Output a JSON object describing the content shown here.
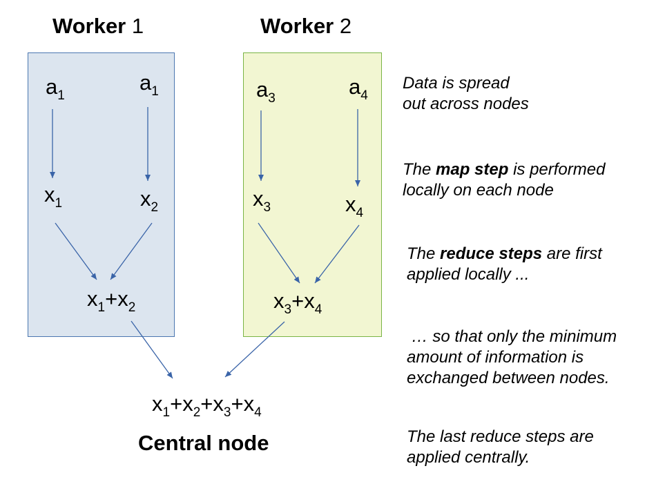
{
  "workers": [
    {
      "title_bold": "Worker",
      "title_num": "1"
    },
    {
      "title_bold": "Worker",
      "title_num": "2"
    }
  ],
  "inputs": [
    {
      "base": "a",
      "sub": "1"
    },
    {
      "base": "a",
      "sub": "1"
    },
    {
      "base": "a",
      "sub": "3"
    },
    {
      "base": "a",
      "sub": "4"
    }
  ],
  "mapped": [
    {
      "base": "x",
      "sub": "1"
    },
    {
      "base": "x",
      "sub": "2"
    },
    {
      "base": "x",
      "sub": "3"
    },
    {
      "base": "x",
      "sub": "4"
    }
  ],
  "local_sums": [
    {
      "t1": "x",
      "s1": "1",
      "op": "+",
      "t2": "x",
      "s2": "2"
    },
    {
      "t1": "x",
      "s1": "3",
      "op": "+",
      "t2": "x",
      "s2": "4"
    }
  ],
  "central_sum": {
    "t1": "x",
    "s1": "1",
    "op1": "+",
    "t2": "x",
    "s2": "2",
    "op2": "+",
    "t3": "x",
    "s3": "3",
    "op3": "+",
    "t4": "x",
    "s4": "4"
  },
  "central_label": "Central node",
  "notes": {
    "n1_line1": "Data is spread",
    "n1_line2": "out across nodes",
    "n2_pre": "The ",
    "n2_bold": "map step",
    "n2_post": " is performed",
    "n2_line2": "locally on each node",
    "n3_pre": "The ",
    "n3_bold": "reduce steps",
    "n3_post": " are first",
    "n3_line2": "applied locally ...",
    "n4_line1": " … so that only the minimum",
    "n4_line2": "amount of information is",
    "n4_line3": "exchanged between nodes.",
    "n5_line1": "The last reduce steps are",
    "n5_line2": "applied centrally."
  },
  "colors": {
    "arrow": "#3a64a8",
    "box1_fill": "#dce5ef",
    "box1_border": "#4a76b0",
    "box2_fill": "#f2f6d2",
    "box2_border": "#79b444"
  }
}
